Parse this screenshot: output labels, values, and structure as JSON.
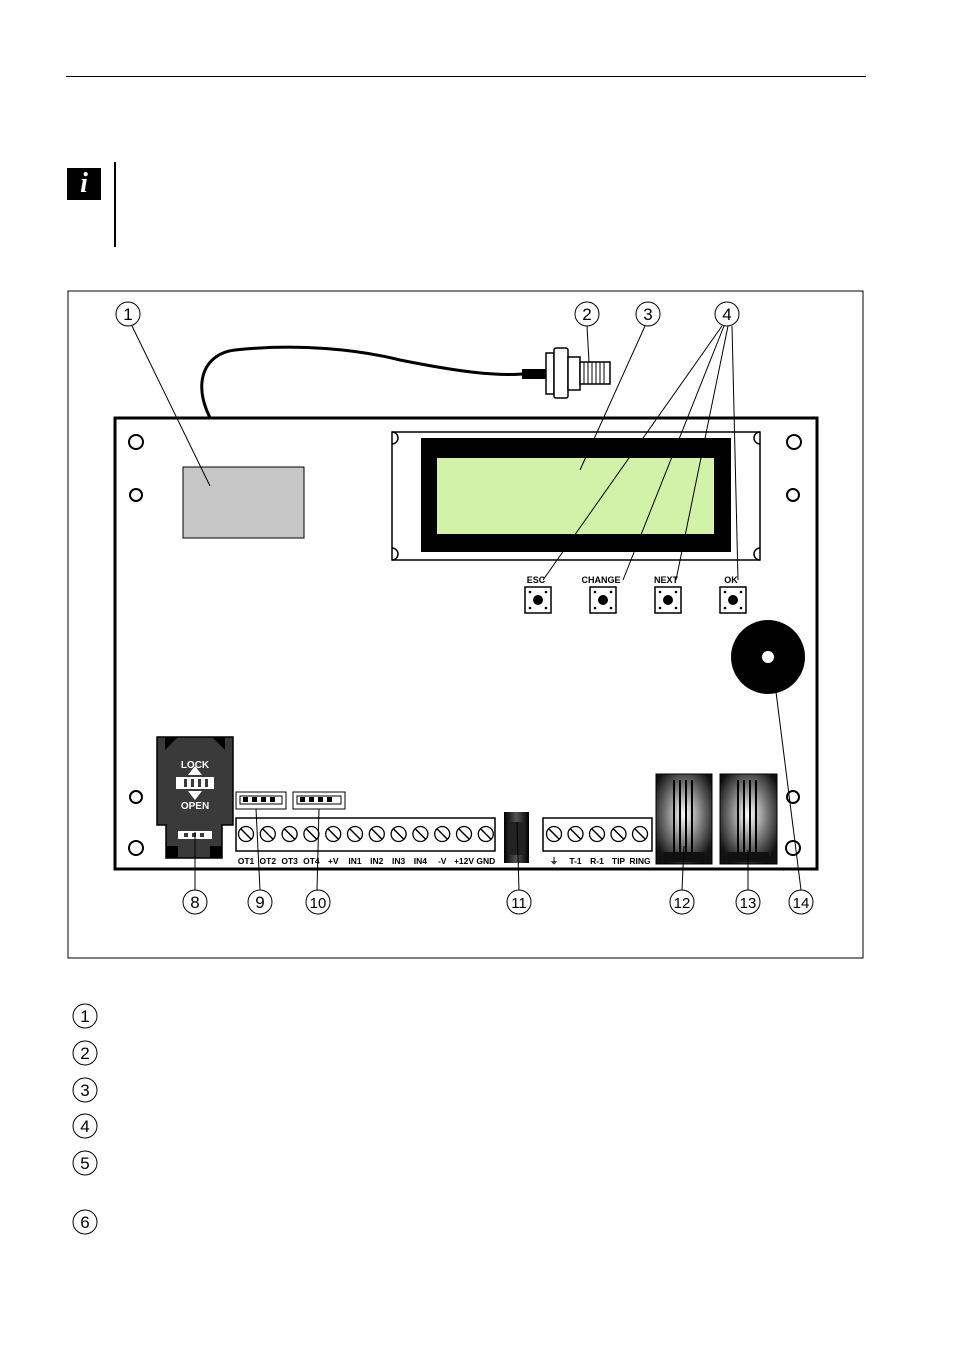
{
  "note": {
    "icon": "info-icon"
  },
  "diagram": {
    "buttons": [
      {
        "label": "ESC"
      },
      {
        "label": "CHANGE"
      },
      {
        "label": "NEXT"
      },
      {
        "label": "OK"
      }
    ],
    "sim_holder": {
      "lock": "LOCK",
      "open": "OPEN"
    },
    "terminals_main": [
      "OT1",
      "OT2",
      "OT3",
      "OT4",
      "+V",
      "IN1",
      "IN2",
      "IN3",
      "IN4",
      "-V",
      "+12V",
      "GND"
    ],
    "terminals_phone": [
      "⏚",
      "T-1",
      "R-1",
      "TIP",
      "RING"
    ],
    "callouts": [
      "1",
      "2",
      "3",
      "4",
      "8",
      "9",
      "10",
      "11",
      "12",
      "13",
      "14"
    ]
  },
  "legend": [
    "1",
    "2",
    "3",
    "4",
    "5",
    "6"
  ]
}
